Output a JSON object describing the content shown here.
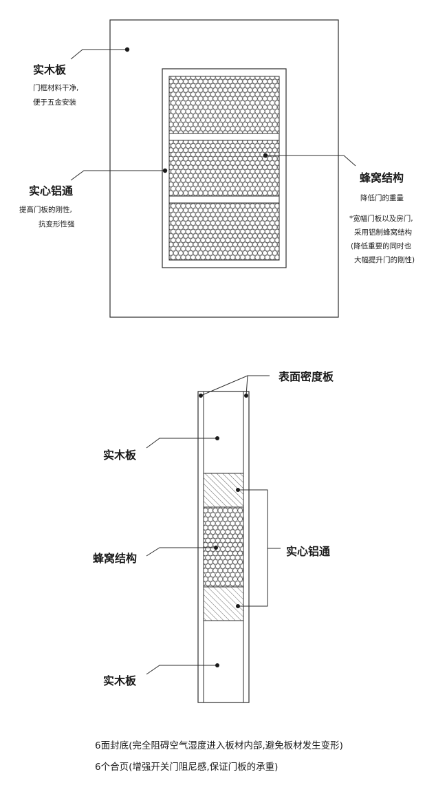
{
  "diagram_front": {
    "solid_wood": {
      "title": "实木板",
      "desc": [
        "门框材料干净,",
        "便于五金安装"
      ]
    },
    "aluminum": {
      "title": "实心铝通",
      "desc": [
        "提高门板的刚性,",
        "抗变形性强"
      ]
    },
    "honeycomb": {
      "title": "蜂窝结构",
      "desc": [
        "降低门的重量",
        "",
        "*宽幅门板以及房门,",
        "采用铝制蜂窝结构",
        "(降低重要的同时也",
        "大幅提升门的刚性)"
      ]
    }
  },
  "diagram_section": {
    "surface_board": "表面密度板",
    "solid_wood_top": "实木板",
    "honeycomb": "蜂窝结构",
    "aluminum": "实心铝通",
    "solid_wood_bottom": "实木板"
  },
  "notes": [
    "6面封底(完全阻碍空气湿度进入板材内部,避免板材发生变形)",
    "6个合页(增强开关门阻尼感,保证门板的承重)"
  ],
  "colors": {
    "line": "#2b2b2b",
    "text": "#1a1a1a"
  }
}
